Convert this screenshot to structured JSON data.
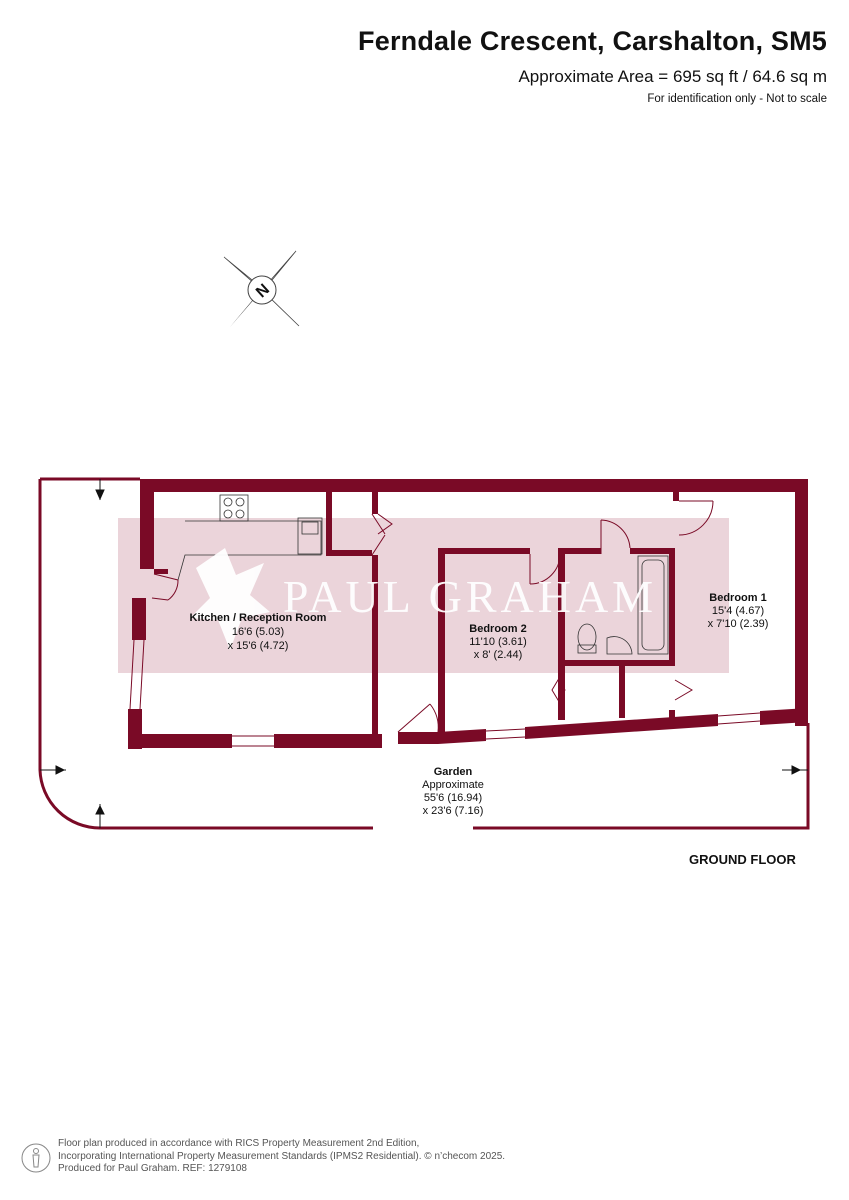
{
  "header": {
    "title": "Ferndale Crescent, Carshalton, SM5",
    "area": "Approximate Area = 695 sq ft / 64.6 sq m",
    "identification": "For identification only - Not to scale"
  },
  "compass": {
    "letter": "N"
  },
  "watermark": {
    "text": "PAUL GRAHAM"
  },
  "rooms": {
    "kitchen": {
      "name": "Kitchen / Reception Room",
      "dim1": "16'6 (5.03)",
      "dim2": "x 15'6 (4.72)"
    },
    "bedroom2": {
      "name": "Bedroom 2",
      "dim1": "11'10 (3.61)",
      "dim2": "x 8' (2.44)"
    },
    "bedroom1": {
      "name": "Bedroom 1",
      "dim1": "15'4 (4.67)",
      "dim2": "x 7'10 (2.39)"
    },
    "garden": {
      "name": "Garden",
      "dim0": "Approximate",
      "dim1": "55'6 (16.94)",
      "dim2": "x 23'6 (7.16)"
    }
  },
  "floor_label": "GROUND FLOOR",
  "footer": {
    "line1": "Floor plan produced in accordance with RICS Property Measurement 2nd Edition,",
    "line2": "Incorporating International Property Measurement Standards (IPMS2 Residential).   © n’checom 2025.",
    "line3": "Produced for Paul Graham.   REF: 1279108"
  },
  "colors": {
    "wall": "#7a0a26",
    "watermark_band": "#e8cdd3",
    "text": "#111111"
  }
}
